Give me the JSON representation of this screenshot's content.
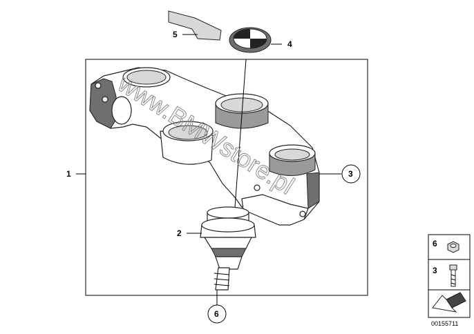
{
  "callouts": {
    "c1": "1",
    "c2": "2",
    "c3": "3",
    "c4": "4",
    "c5": "5",
    "c6": "6"
  },
  "legend": {
    "item_a": "6",
    "item_b": "3"
  },
  "watermark": "www.BMWstore.pl",
  "document_id": "00155711",
  "colors": {
    "outline": "#222222",
    "shade": "#9a9a9a",
    "watermark": "#8a8a8a"
  }
}
